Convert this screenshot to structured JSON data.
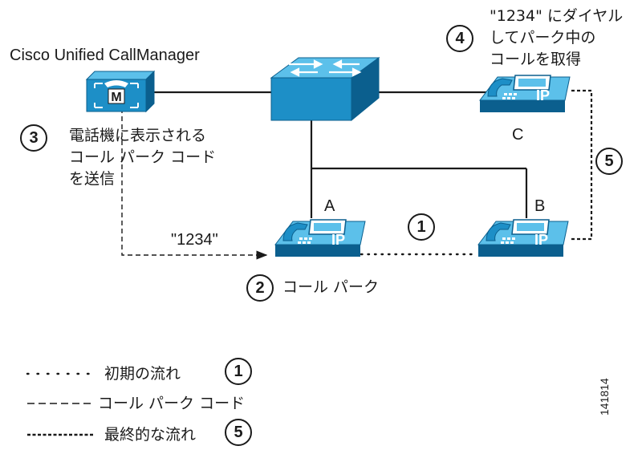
{
  "callmanager": {
    "title": "Cisco Unified CallManager",
    "badge": "M"
  },
  "steps": {
    "s1": {
      "num": "1"
    },
    "s2": {
      "num": "2",
      "label": "コール パーク"
    },
    "s3": {
      "num": "3",
      "lines": [
        "電話機に表示される",
        "コール パーク コード",
        "を送信"
      ]
    },
    "s4": {
      "num": "4",
      "lines": [
        "\"1234\" にダイヤル",
        "してパーク中の",
        "コールを取得"
      ]
    },
    "s5": {
      "num": "5"
    }
  },
  "code_label": "\"1234\"",
  "phones": {
    "a": {
      "label": "A",
      "tag": "IP"
    },
    "b": {
      "label": "B",
      "tag": "IP"
    },
    "c": {
      "label": "C",
      "tag": "IP"
    }
  },
  "legend": {
    "initial": {
      "label": "初期の流れ",
      "num": "1"
    },
    "park_code": {
      "label": "コール パーク コード"
    },
    "final": {
      "label": "最終的な流れ",
      "num": "5"
    }
  },
  "figure_id": "141814",
  "colors": {
    "device": "#1d8fc7",
    "device_dark": "#0b5f8e",
    "device_light": "#5cc0ea",
    "line": "#1a1a1a"
  }
}
